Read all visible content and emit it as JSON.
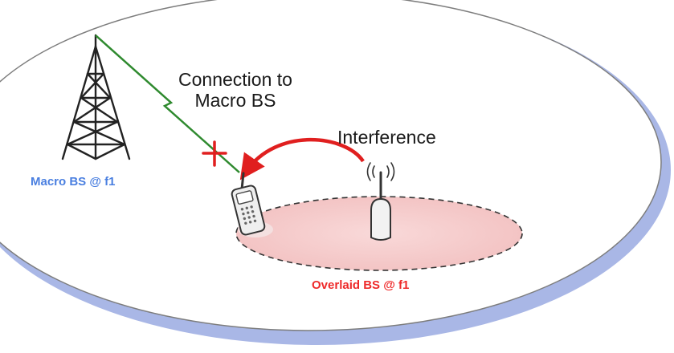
{
  "labels": {
    "connection_line1": "Connection to",
    "connection_line2": "Macro BS",
    "interference": "Interference",
    "macro_bs": "Macro BS @ f1",
    "overlaid_bs": "Overlaid BS @ f1"
  },
  "icons": [
    "macro-tower-icon",
    "mobile-phone-icon",
    "femto-antenna-icon",
    "signal-waves-icon",
    "cross-mark-icon"
  ],
  "colors": {
    "macro_label": "#4a7fe0",
    "overlaid_label": "#ee2a2a",
    "connection_link": "#2f8a2f",
    "interference_arrow": "#e01f1f",
    "blocked_mark": "#e01f1f",
    "cell_fill": "#f6cfcf",
    "coverage_shadow": "#aab8e6"
  }
}
